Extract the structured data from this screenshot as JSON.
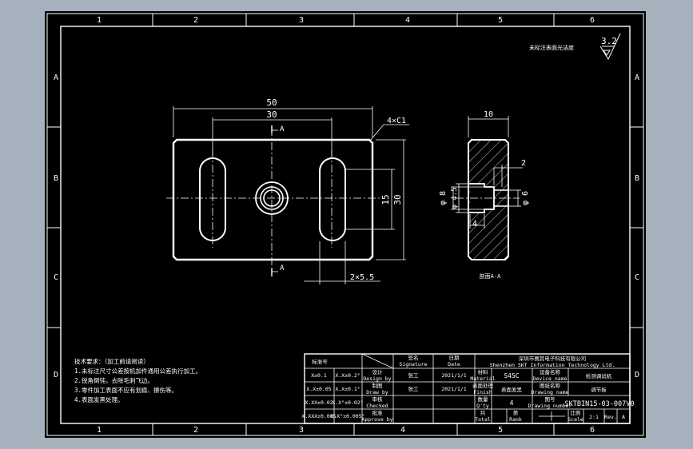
{
  "sheet": {
    "background_color": "#000000",
    "frame_color": "#ffffff",
    "desktop_color": "#a5b1bd"
  },
  "zones": {
    "columns_top": [
      "1",
      "2",
      "3",
      "4",
      "5",
      "6"
    ],
    "columns_bottom": [
      "1",
      "2",
      "3",
      "4",
      "5",
      "6"
    ],
    "rows_left": [
      "A",
      "B",
      "C",
      "D"
    ],
    "rows_right": [
      "A",
      "B",
      "C",
      "D"
    ]
  },
  "surface_finish": {
    "value": "3.2"
  },
  "note_top_right": "未标注表面光洁度",
  "front_view": {
    "dim_overall_width": "50",
    "dim_slot_spacing": "30",
    "dim_chamfer": "4×C1",
    "dim_height": "30",
    "dim_slot_length": "15",
    "dim_slot_width": "2×5.5",
    "section_label_top": "A",
    "section_label_bottom": "A"
  },
  "section_view": {
    "dim_thickness": "10",
    "dim_recess_depth": "2",
    "dim_bore_outer": "φ 8",
    "dim_bore_inner": "φ 4.5",
    "dim_counterbore": "φ 6 ",
    "dim_small": "4",
    "section_caption": "剖面A-A"
  },
  "technical_requirements": {
    "title": "技术要求：（加工前请阅读）",
    "lines": [
      "1.未标注尺寸公差按机加件通用公差执行加工。",
      "2.锐角倒钝，去除毛刺飞边。",
      "3.零件加工表面不应有划痕、擦伤等。",
      "4.表面发黑处理。"
    ]
  },
  "title_block": {
    "left_header": "标准号",
    "col_signature_cn": "签名",
    "col_signature_en": "Signature",
    "col_date_cn": "日期",
    "col_date_en": "Date",
    "company_cn": "深圳市赛其电子科技有限公司",
    "company_en": "Shenzhen SKT Information Technology Ltd.",
    "rows": [
      {
        "std": "X±0.1",
        "tol": "X.X±0.2°",
        "role_cn": "设计",
        "role_en": "Design by",
        "signer": "张工",
        "date": "2021/1/1"
      },
      {
        "std": "X.X±0.05",
        "tol": "X.X±0.1°",
        "role_cn": "制图",
        "role_en": "Draw by",
        "signer": "张工",
        "date": "2021/1/1"
      },
      {
        "std": "X.XX±0.02",
        "tol": "X.X°±0.02°",
        "role_cn": "审核",
        "role_en": "Checked",
        "signer": "",
        "date": ""
      },
      {
        "std": "X.XXX±0.005",
        "tol": "X.X°±0.005°",
        "role_cn": "批准",
        "role_en": "Approve by",
        "signer": "",
        "date": ""
      }
    ],
    "material_label_cn": "材料",
    "material_label_en": "Material",
    "material": "S45C",
    "device_label_cn": "设备名称",
    "device_label_en": "Device name",
    "device_name": "检测调试机",
    "finish_label_cn": "表面处理",
    "finish_label_en": "Finish",
    "finish": "表面发黑",
    "drawing_name_label_cn": "图纸名称",
    "drawing_name_label_en": "Drawing name",
    "drawing_name": "调节板",
    "qty_label_cn": "数量",
    "qty_label_en": "Q'ty",
    "qty": "4",
    "drawing_number_label_cn": "图号",
    "drawing_number_label_en": "Drawing number",
    "drawing_number": "SKTBIN15-03-007V0",
    "total_label_cn": "共",
    "total_label_en": "Total",
    "rank_label_cn": "第",
    "rank_label_en": "Rank",
    "scale_label_cn": "比例",
    "scale_label_en": "Scale",
    "scale": "2:1",
    "rev_label": "Rev.",
    "rev": "A"
  }
}
